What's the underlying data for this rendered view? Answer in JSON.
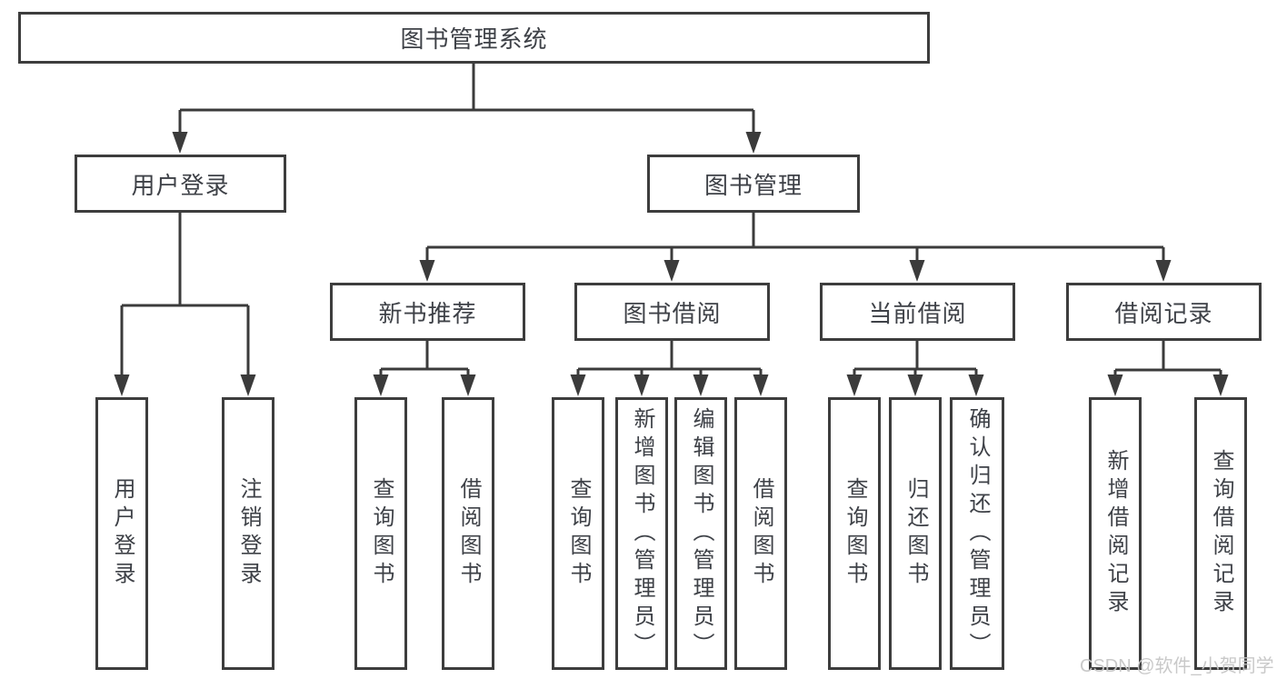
{
  "tree": {
    "label": "图书管理系统",
    "children": [
      {
        "label": "用户登录",
        "children": [
          {
            "label": "用户登录"
          },
          {
            "label": "注销登录"
          }
        ]
      },
      {
        "label": "图书管理",
        "children": [
          {
            "label": "新书推荐",
            "children": [
              {
                "label": "查询图书"
              },
              {
                "label": "借阅图书"
              }
            ]
          },
          {
            "label": "图书借阅",
            "children": [
              {
                "label": "查询图书"
              },
              {
                "label": "新增图书（管理员）"
              },
              {
                "label": "编辑图书（管理员）"
              },
              {
                "label": "借阅图书"
              }
            ]
          },
          {
            "label": "当前借阅",
            "children": [
              {
                "label": "查询图书"
              },
              {
                "label": "归还图书"
              },
              {
                "label": "确认归还（管理员）"
              }
            ]
          },
          {
            "label": "借阅记录",
            "children": [
              {
                "label": "新增借阅记录"
              },
              {
                "label": "查询借阅记录"
              }
            ]
          }
        ]
      }
    ]
  },
  "watermark": {
    "text": "CSDN @软件_小贺同学"
  },
  "colors": {
    "line": "#3b3b3b",
    "box_border": "#3d3d3d",
    "text": "#3e4147",
    "background": "#ffffff",
    "watermark": "#c6c6c6"
  }
}
